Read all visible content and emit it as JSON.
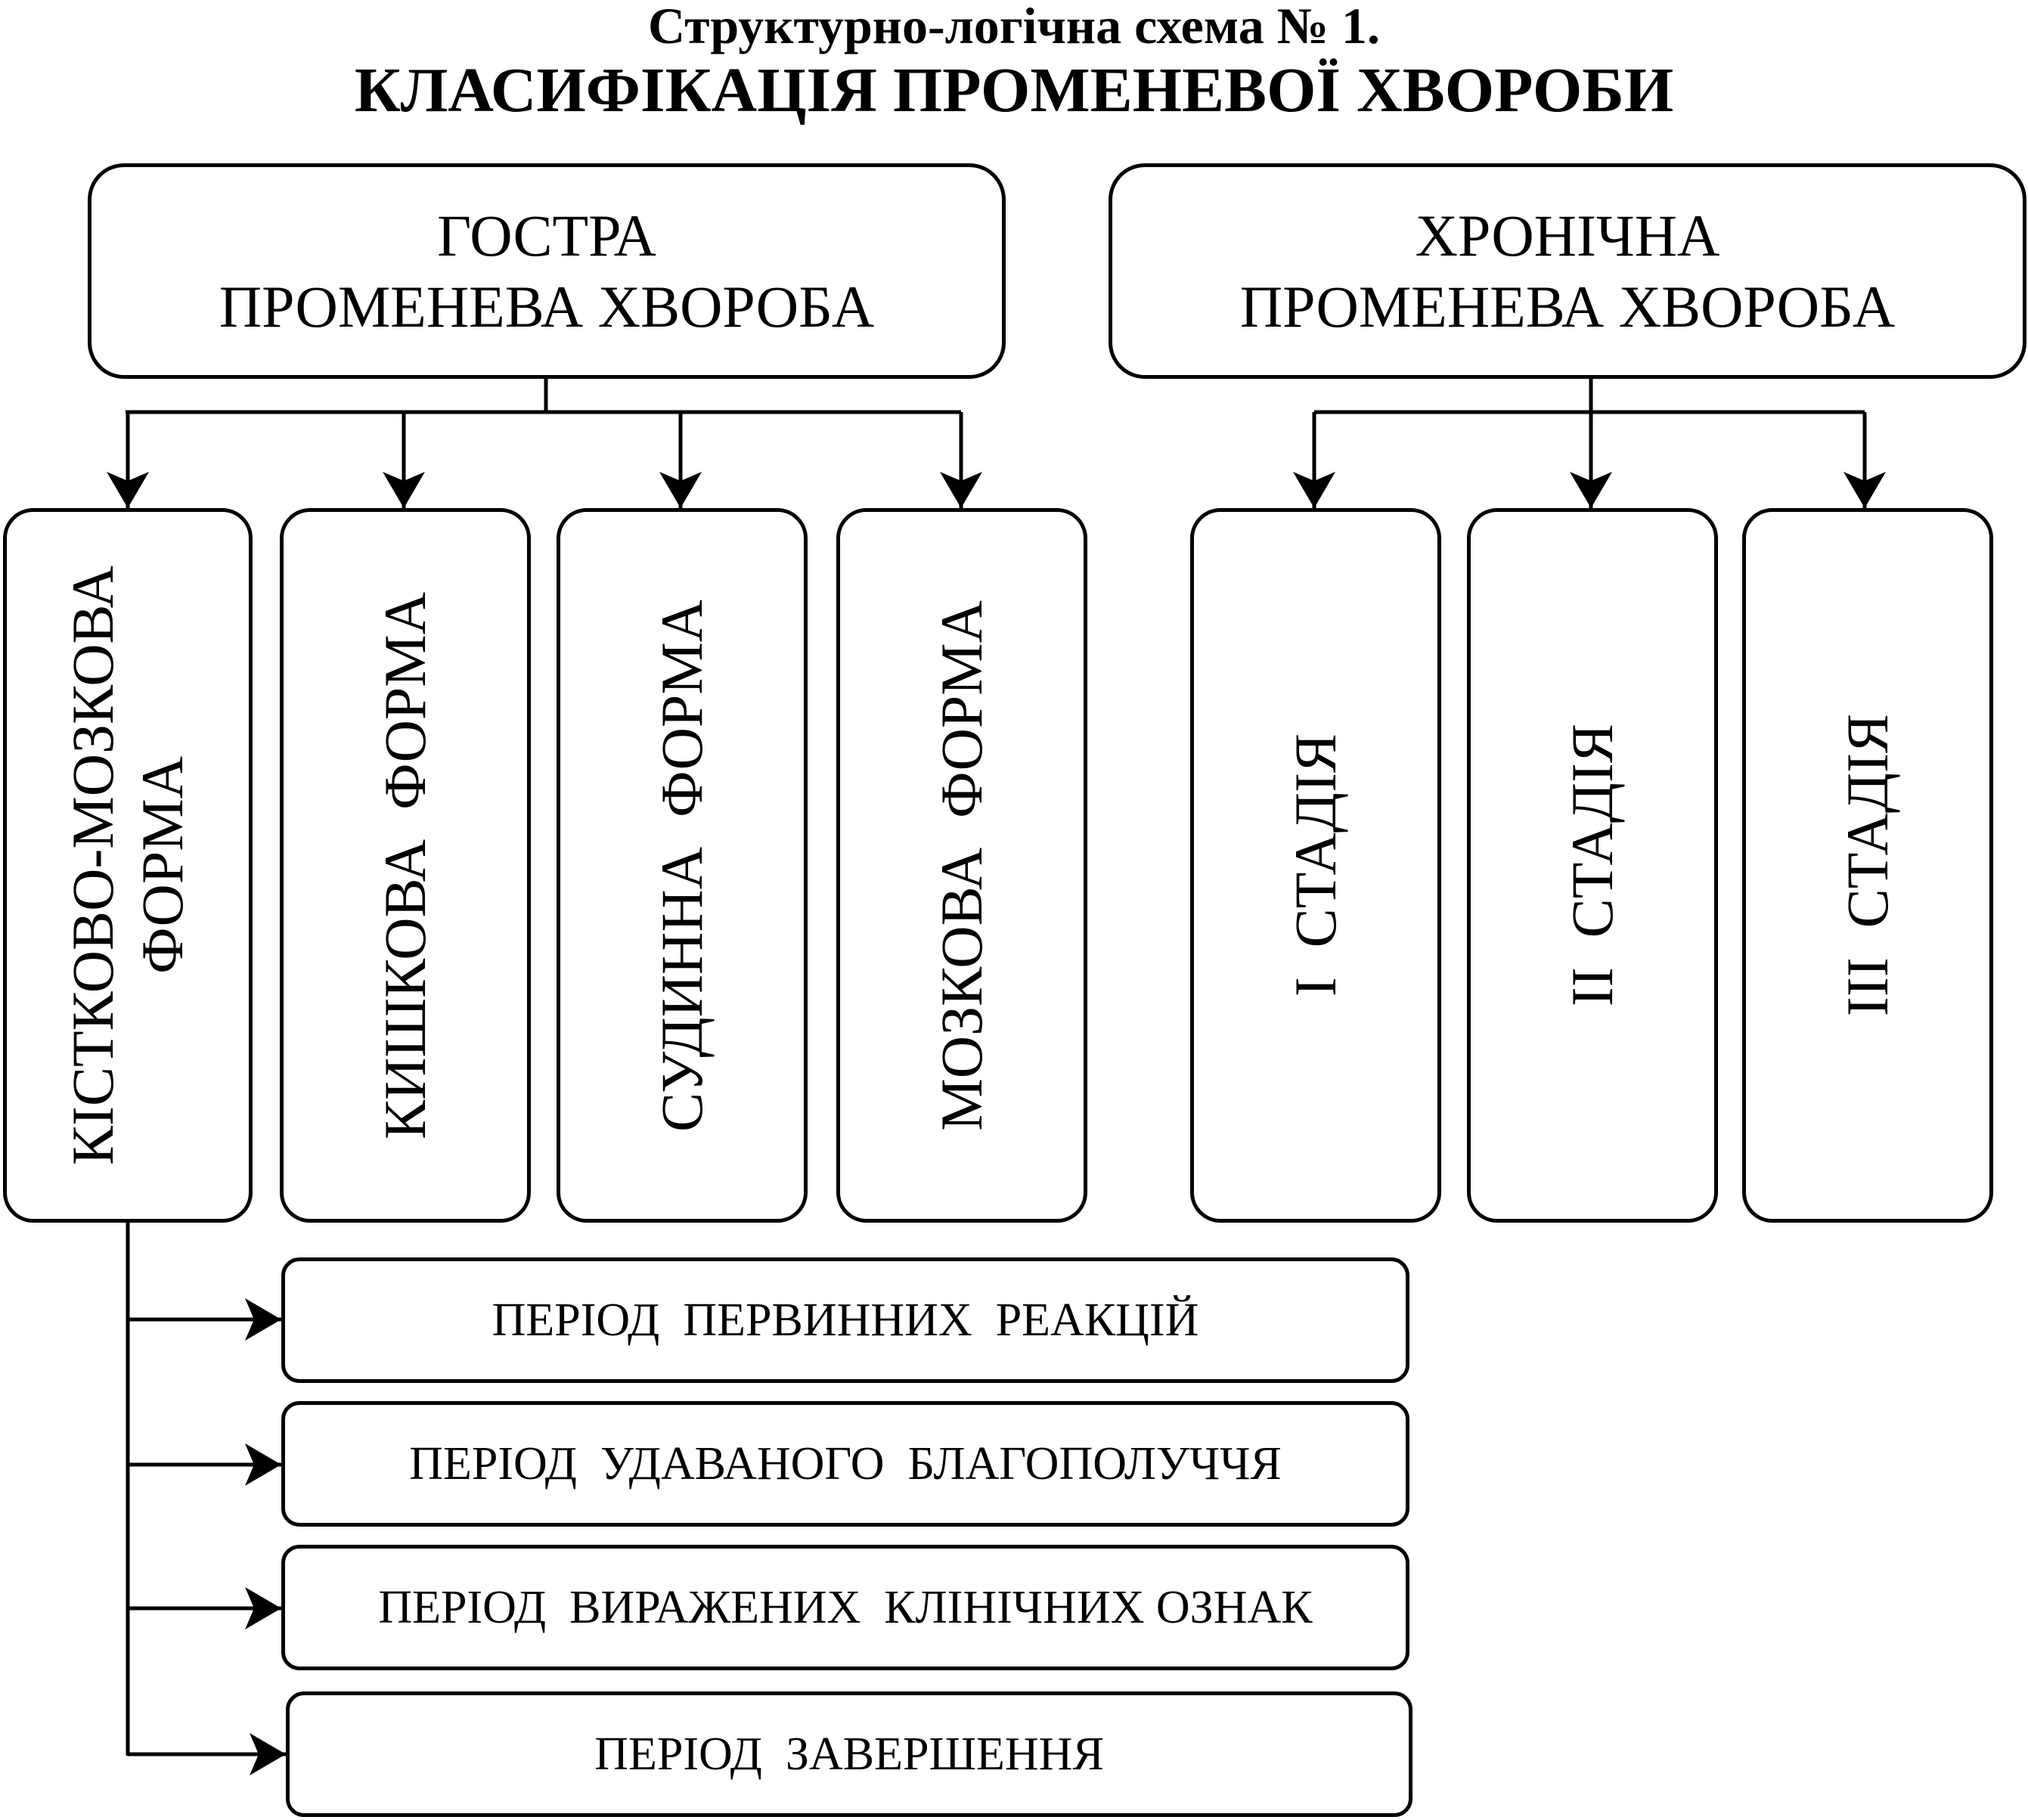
{
  "title": {
    "line1": "Структурно-логічна схема № 1.",
    "line2": "КЛАСИФІКАЦІЯ ПРОМЕНЕВОЇ ХВОРОБИ"
  },
  "acute": {
    "line1": "ГОСТРА",
    "line2": "ПРОМЕНЕВА ХВОРОБА",
    "forms": [
      "КІСТКОВО-МОЗКОВА\nФОРМА",
      "КИШКОВА  ФОРМА",
      "СУДИННА  ФОРМА",
      "МОЗКОВА  ФОРМА"
    ],
    "periods": [
      "ПЕРІОД  ПЕРВИННИХ  РЕАКЦІЙ",
      "ПЕРІОД  УДАВАНОГО  БЛАГОПОЛУЧЧЯ",
      "ПЕРІОД  ВИРАЖЕНИХ  КЛІНІЧНИХ ОЗНАК",
      "ПЕРІОД  ЗАВЕРШЕННЯ"
    ]
  },
  "chronic": {
    "line1": "ХРОНІЧНА",
    "line2": "ПРОМЕНЕВА ХВОРОБА",
    "stages": [
      "I  СТАДІЯ",
      "II  СТАДІЯ",
      "III  СТАДІЯ"
    ]
  }
}
